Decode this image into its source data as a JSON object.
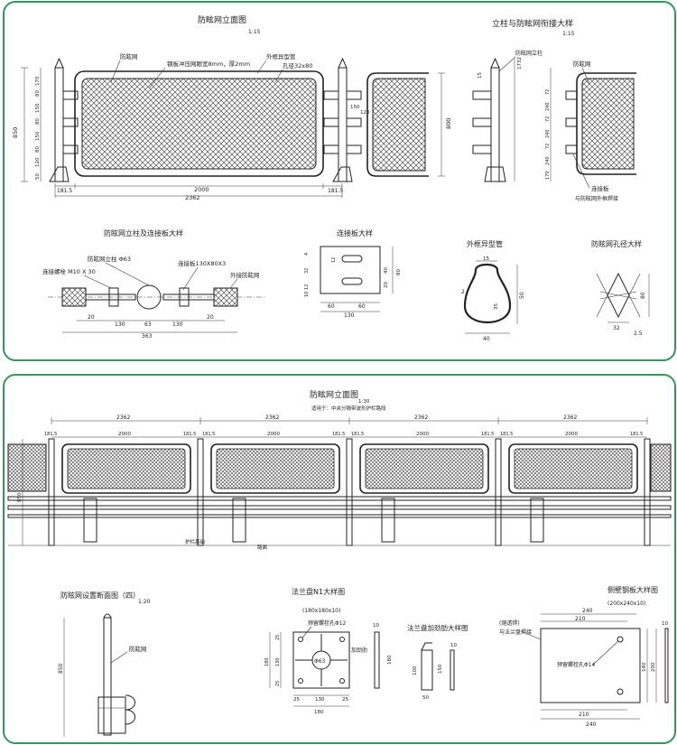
{
  "top": {
    "elevation": {
      "title": "防眩网立面图",
      "scale": "1:15",
      "label_mesh": "防眩网",
      "label_plate": "钢板冲压网眼宽8mm，厚2mm",
      "label_tube": "外框异型管",
      "label_hole": "孔径32x80",
      "dim_total": "2362",
      "dim_panel": "2000",
      "dim_end_left": "181.5",
      "dim_end_right": "181.5",
      "dim_height": "850",
      "dim_height_right": "800",
      "dims_post": [
        "170",
        "80",
        "150",
        "80",
        "150",
        "80",
        "120",
        "50"
      ],
      "dim_150": "150",
      "dim_120": "120"
    },
    "joint": {
      "title": "立柱与防眩网衔接大样",
      "scale": "1:15",
      "label_post": "防眩网立柱",
      "label_mesh": "防眩网",
      "label_connect": "连接板",
      "label_weld": "与防眩网外框焊接",
      "dim_1732": "1732",
      "dim_15": "15",
      "dims_side": [
        "72",
        "240",
        "72",
        "240",
        "72",
        "240",
        "170"
      ]
    },
    "connector": {
      "title": "防眩网立柱及连接板大样",
      "label_post": "防眩网立柱 Φ63",
      "label_bolt": "连接螺栓 M10 X 30",
      "label_plate": "连接板130X80X3",
      "label_outer": "外接防眩网",
      "dims": [
        "20",
        "130",
        "63",
        "130",
        "20"
      ],
      "dim_total": "363"
    },
    "plate": {
      "title": "连接板大样",
      "dims_top": [
        "12"
      ],
      "dims_bottom": [
        "60",
        "60"
      ],
      "dim_bottom_total": "130",
      "dims_left": [
        "4",
        "32",
        "12",
        "10"
      ],
      "dims_right": [
        "80",
        "40",
        "20"
      ]
    },
    "tube": {
      "title": "外框异型管",
      "dim_top": "15",
      "dim_right": "50",
      "dim_mid": "35",
      "dim_bottom": "40",
      "dim_r": "2"
    },
    "hole": {
      "title": "防眩网孔径大样",
      "dim_right": "80",
      "dim_bottom": "32",
      "dim_thick": "2.5"
    }
  },
  "bottom": {
    "elevation": {
      "title": "防眩网立面图",
      "scale": "1:30",
      "subtitle": "适用于：中央分隔带波形护栏路段",
      "spans": [
        "2362",
        "2362",
        "2362",
        "2362"
      ],
      "panels": [
        "2000",
        "2000",
        "2000",
        "2000"
      ],
      "ends": [
        "181.5",
        "181.5",
        "181.5",
        "181.5",
        "181.5",
        "181.5",
        "181.5",
        "181.5"
      ],
      "label_height": "850",
      "label_ground": "护栏基础",
      "label_road": "路面"
    },
    "section": {
      "title": "防眩网设置断面图（四）",
      "scale": "1:20",
      "label_mesh": "防眩网",
      "dim_height": "850"
    },
    "flange": {
      "title": "法兰盘N1大样图",
      "subtitle": "(180x180x10)",
      "label_hole": "预留螺栓孔Φ12",
      "label_rib": "加劲肋",
      "label_center": "Φ63",
      "dims_bottom": [
        "25",
        "130",
        "25"
      ],
      "dim_bottom_total": "180",
      "dims_left": [
        "25",
        "130",
        "25"
      ],
      "dim_left_total": "180",
      "dim_side_top": "10",
      "dim_side": "180"
    },
    "rib": {
      "title": "法兰盘加劲肋大样图",
      "dims": [
        "100",
        "150",
        "50",
        "10"
      ]
    },
    "guard": {
      "title": "侧壁钢板大样图",
      "subtitle": "(200x240x10)",
      "label_weld": "(熔透焊)",
      "label_weld2": "与法兰盘焊接",
      "label_hole": "预留螺栓孔Φ14",
      "dims_top": [
        "240",
        "210"
      ],
      "dims_bottom": [
        "210",
        "240"
      ],
      "dims_right": [
        "200",
        "140"
      ],
      "dim_side": "10"
    }
  }
}
